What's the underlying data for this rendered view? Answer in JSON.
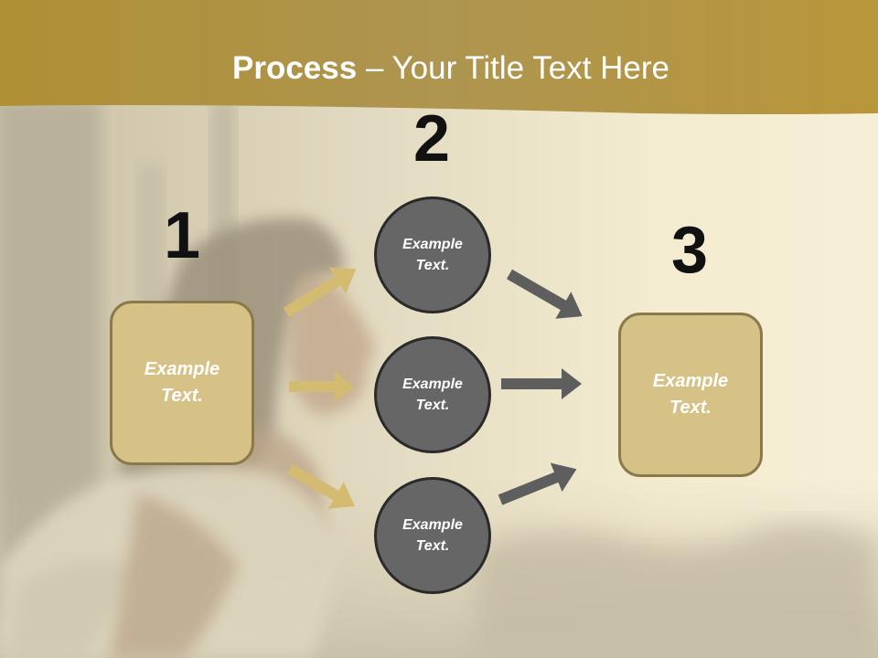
{
  "slide": {
    "title_bold": "Process",
    "title_rest": " – Your Title Text Here"
  },
  "steps": [
    {
      "number": "1",
      "label_line1": "Example",
      "label_line2": "Text."
    },
    {
      "number": "2"
    },
    {
      "number": "3",
      "label_line1": "Example",
      "label_line2": "Text."
    }
  ],
  "circles": [
    {
      "label_line1": "Example",
      "label_line2": "Text."
    },
    {
      "label_line1": "Example",
      "label_line2": "Text."
    },
    {
      "label_line1": "Example",
      "label_line2": "Text."
    }
  ],
  "colors": {
    "title_band": "#b8963a",
    "box_fill": "#d6c186",
    "circle_fill": "#666666",
    "arrow_in": "#d3bb72",
    "arrow_out": "#5e5e5e"
  },
  "icons": {
    "arrow_in": "arrow-right-icon",
    "arrow_out": "arrow-right-icon"
  }
}
